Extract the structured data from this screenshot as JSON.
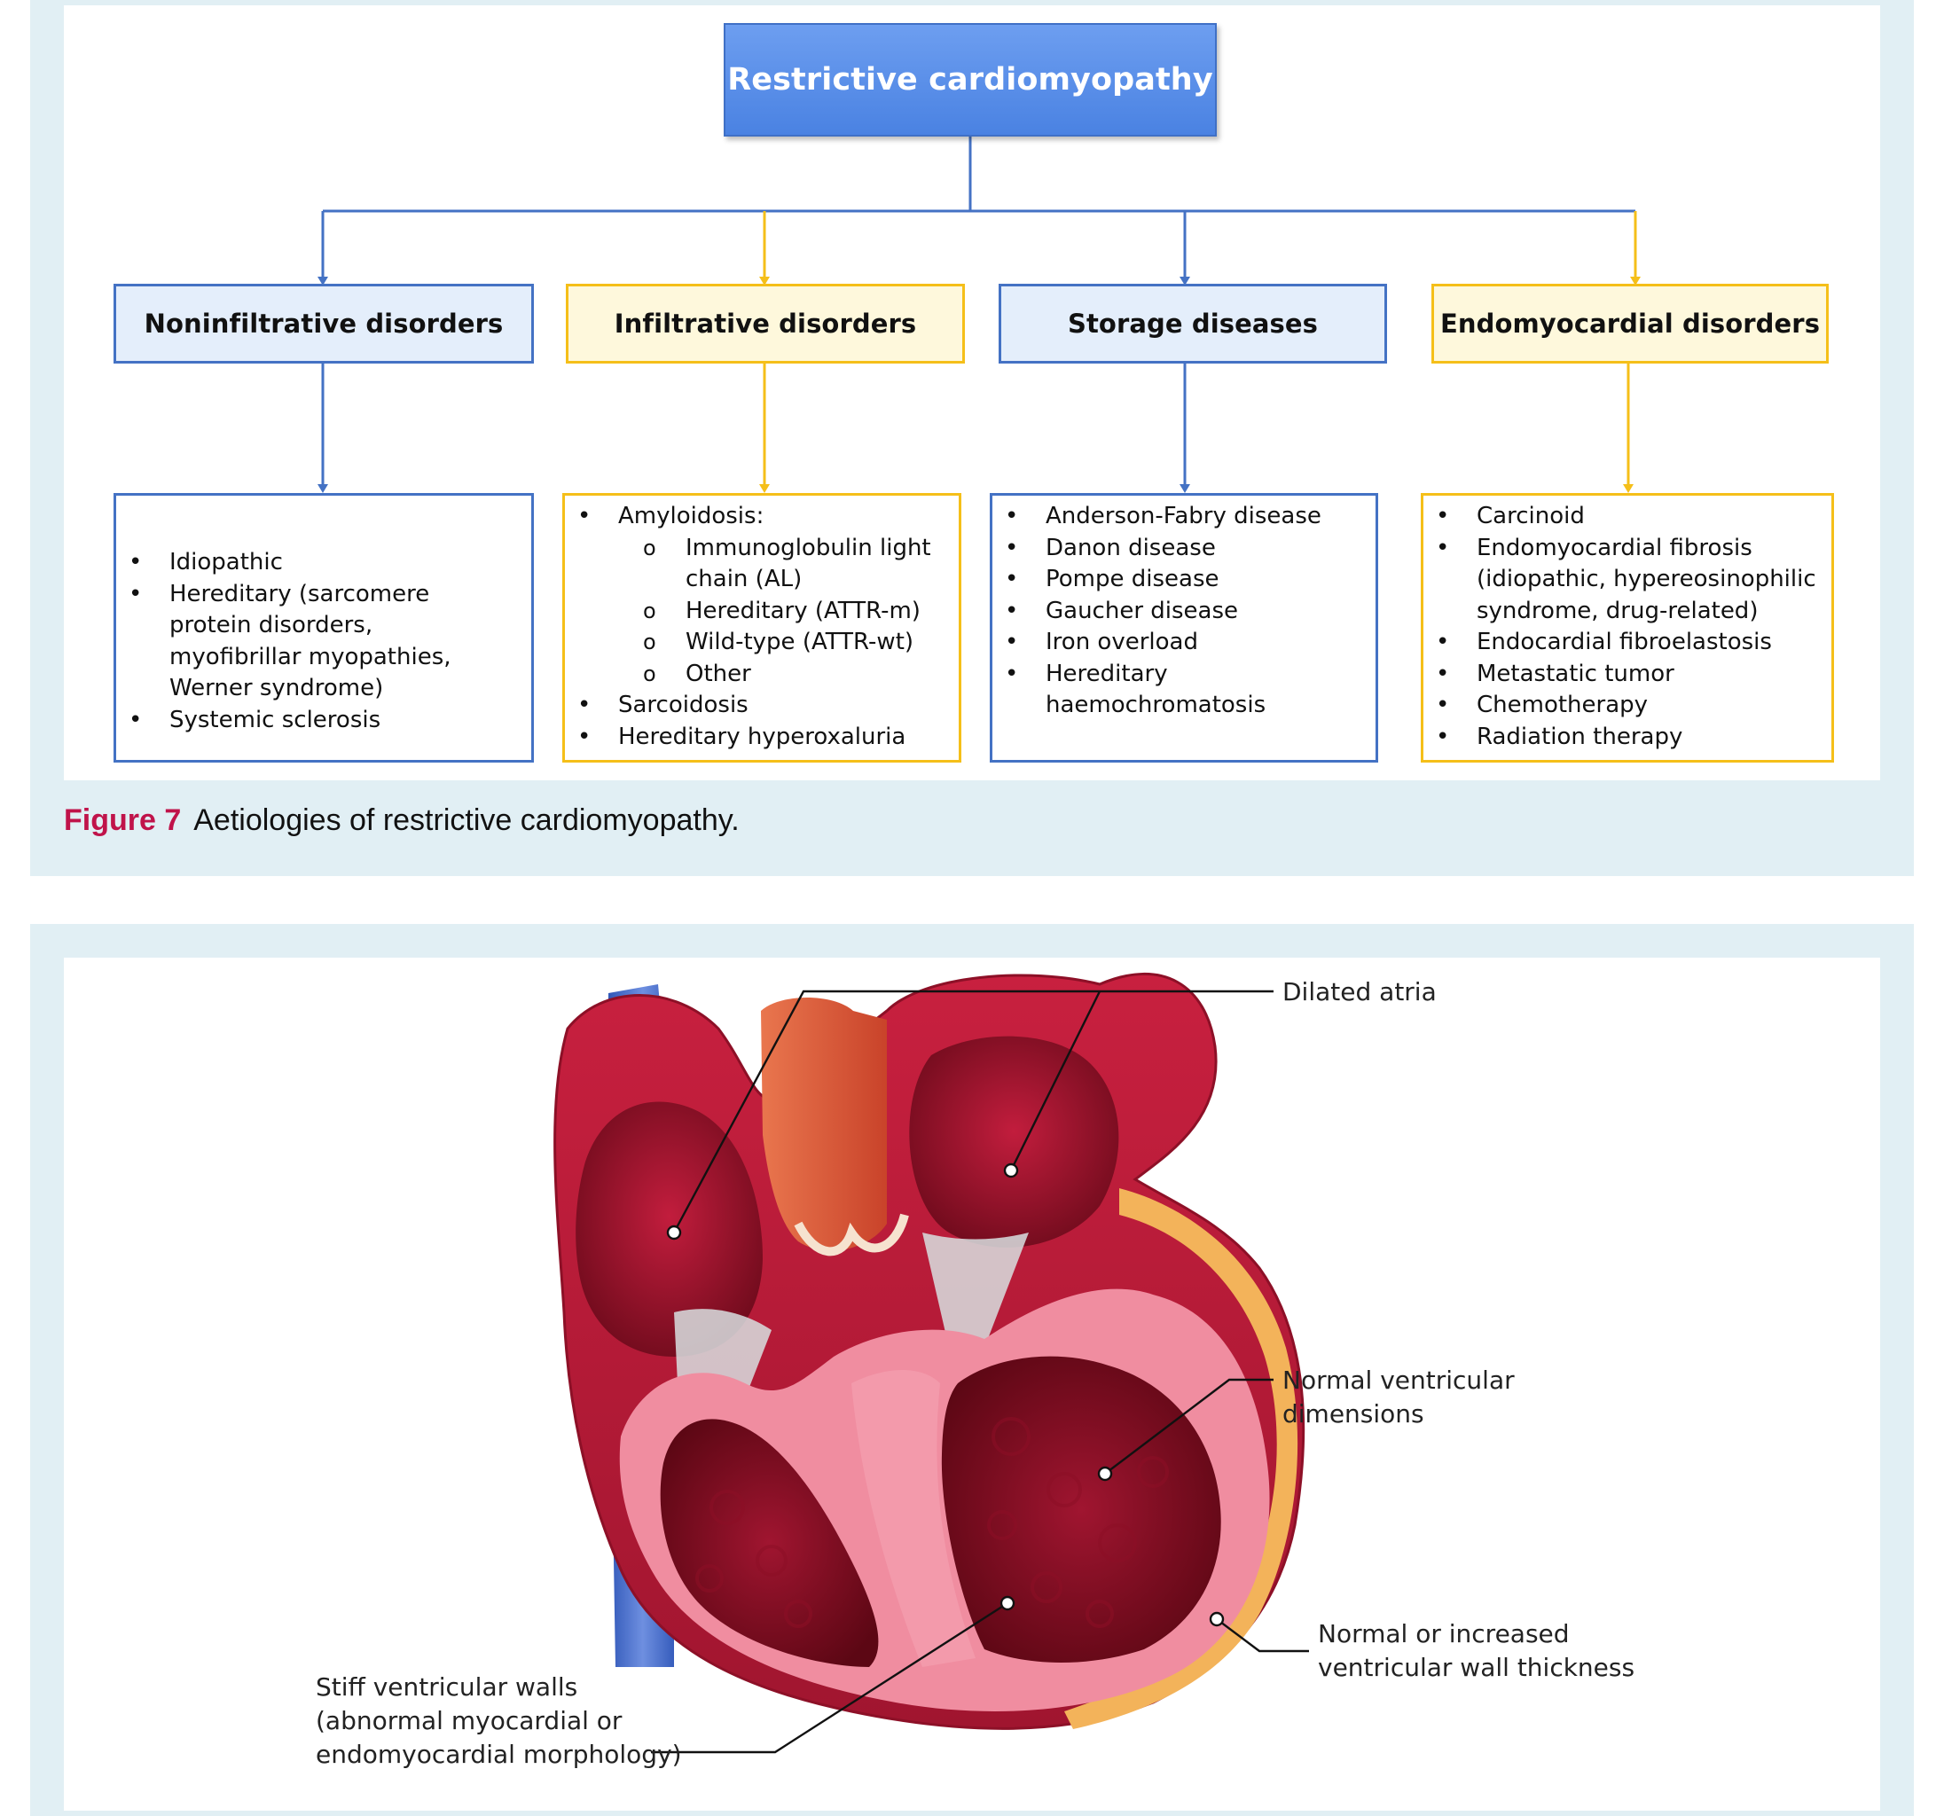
{
  "figure7": {
    "root": "Restrictive cardiomyopathy",
    "categories": [
      {
        "label": "Noninfiltrative disorders",
        "items": [
          {
            "text": "Idiopathic"
          },
          {
            "text": "Hereditary (sarcomere protein disorders, myofibrillar myopathies, Werner syndrome)"
          },
          {
            "text": "Systemic sclerosis"
          }
        ]
      },
      {
        "label": "Infiltrative disorders",
        "items": [
          {
            "text": "Amyloidosis:",
            "sub": [
              "Immunoglobulin light chain (AL)",
              "Hereditary (ATTR-m)",
              "Wild-type (ATTR-wt)",
              "Other"
            ]
          },
          {
            "text": "Sarcoidosis"
          },
          {
            "text": "Hereditary hyperoxaluria"
          }
        ]
      },
      {
        "label": "Storage diseases",
        "items": [
          {
            "text": "Anderson-Fabry disease"
          },
          {
            "text": "Danon disease"
          },
          {
            "text": "Pompe disease"
          },
          {
            "text": "Gaucher disease"
          },
          {
            "text": "Iron overload"
          },
          {
            "text": "Hereditary haemochromatosis"
          }
        ]
      },
      {
        "label": "Endomyocardial disorders",
        "items": [
          {
            "text": "Carcinoid"
          },
          {
            "text": "Endomyocardial fibrosis (idiopathic, hypereosinophilic syndrome, drug-related)"
          },
          {
            "text": "Endocardial fibroelastosis"
          },
          {
            "text": "Metastatic tumor"
          },
          {
            "text": "Chemotherapy"
          },
          {
            "text": "Radiation therapy"
          }
        ]
      }
    ],
    "caption_label": "Figure 7",
    "caption_text": "Aetiologies of restrictive cardiomyopathy."
  },
  "figure8": {
    "labels": {
      "dilated_atria": "Dilated atria",
      "normal_ventricular": "Normal ventricular\ndimensions",
      "wall_thickness": "Normal or increased\nventricular wall thickness",
      "stiff_walls": "Stiff ventricular walls\n(abnormal myocardial or\nendomyocardial morphology)"
    }
  },
  "colors": {
    "blue": "#4472c4",
    "yellow": "#f5bf19",
    "panel_bg": "#e1eff4",
    "caption_accent": "#c0134a"
  }
}
